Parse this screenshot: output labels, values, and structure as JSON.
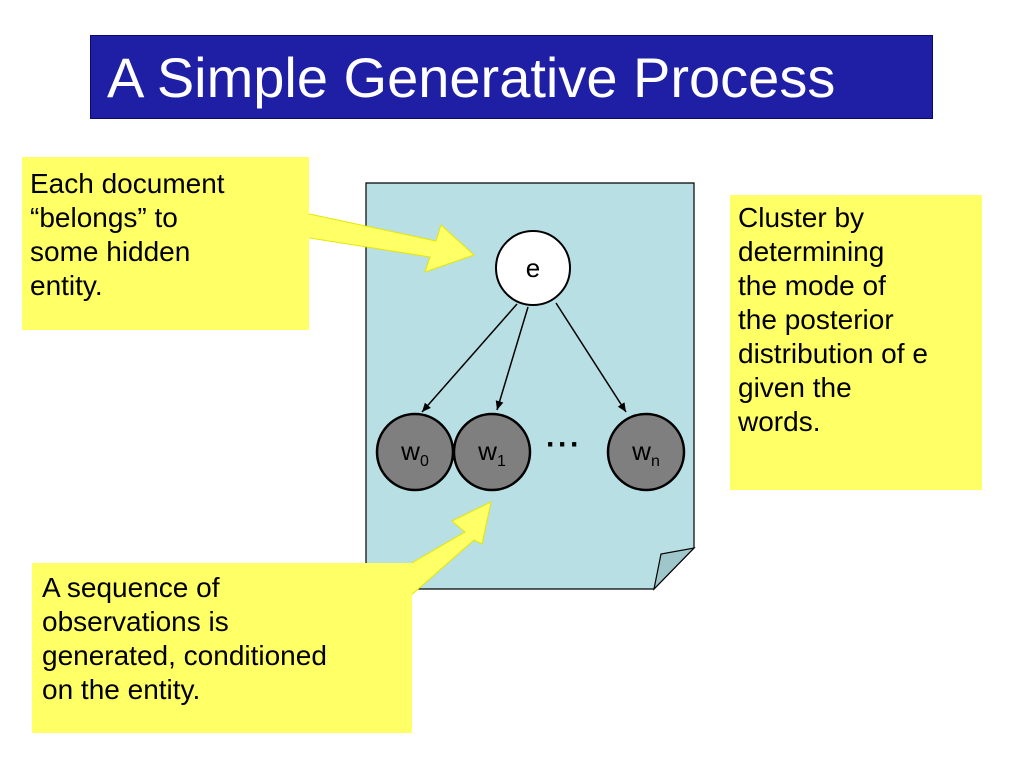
{
  "title": "A Simple Generative Process",
  "callouts": {
    "entity": "Each document\n“belongs” to\nsome hidden\nentity.",
    "cluster": "Cluster by\ndetermining\nthe mode of\nthe posterior\ndistribution of e\ngiven the\nwords.",
    "sequence": "A sequence of\nobservations is\ngenerated, conditioned\non the entity."
  },
  "nodes": {
    "entity": {
      "label": "e"
    },
    "w0": {
      "label": "w",
      "sub": "0"
    },
    "w1": {
      "label": "w",
      "sub": "1"
    },
    "wn": {
      "label": "w",
      "sub": "n"
    }
  },
  "ellipsis": "···",
  "colors": {
    "title_bg": "#1f1fa6",
    "callout_bg": "#ffff66",
    "document_bg": "#b8dfe3",
    "observed_node": "#7f7f7f",
    "hidden_node": "#ffffff"
  }
}
